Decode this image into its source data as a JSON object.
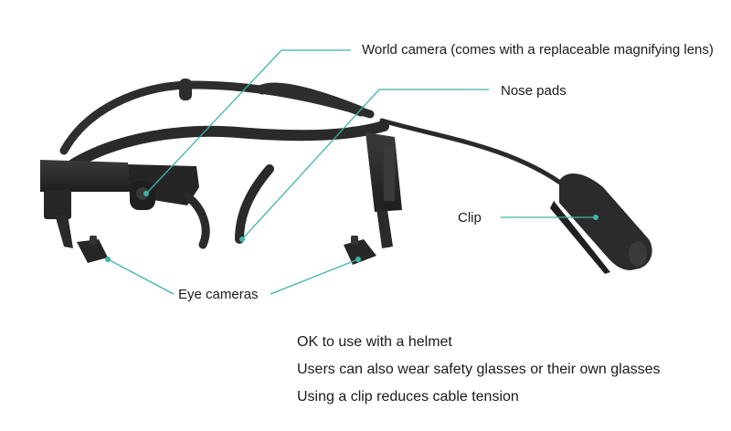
{
  "callouts": {
    "world_camera": "World camera (comes with a replaceable magnifying lens)",
    "nose_pads": "Nose pads",
    "clip": "Clip",
    "eye_cameras": "Eye cameras"
  },
  "notes": [
    "OK to use with a helmet",
    "Users can also wear safety glasses or their own glasses",
    "Using a clip reduces cable tension"
  ],
  "colors": {
    "leader": "#3fb4a8",
    "device": "#2b2b2b"
  }
}
